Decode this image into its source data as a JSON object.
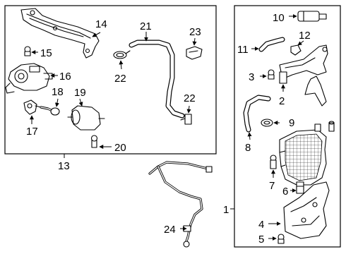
{
  "diagram": {
    "callouts": {
      "c1": "1",
      "c2": "2",
      "c3": "3",
      "c4": "4",
      "c5": "5",
      "c6": "6",
      "c7": "7",
      "c8": "8",
      "c9": "9",
      "c10": "10",
      "c11": "11",
      "c12": "12",
      "c13": "13",
      "c14": "14",
      "c15": "15",
      "c16": "16",
      "c17": "17",
      "c18": "18",
      "c19": "19",
      "c20": "20",
      "c21": "21",
      "c22a": "22",
      "c22b": "22",
      "c23": "23",
      "c24": "24"
    }
  }
}
